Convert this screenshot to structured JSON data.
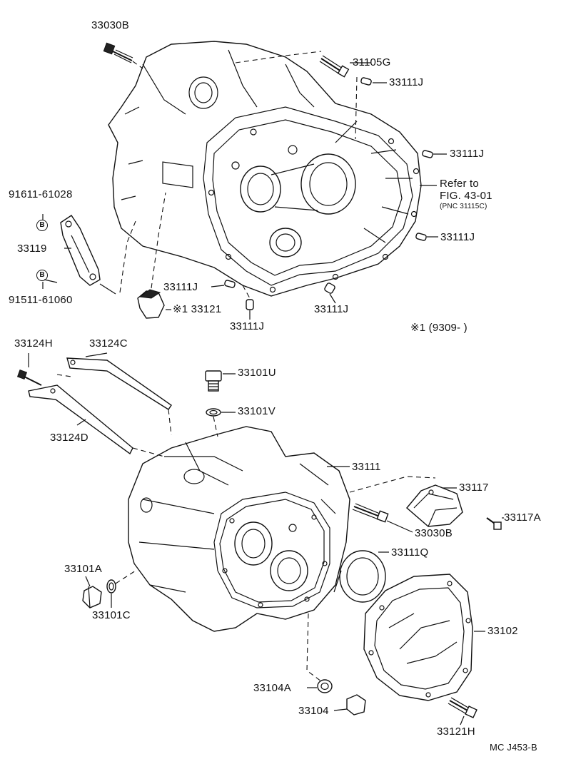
{
  "diagram": {
    "code": "MC J453-B",
    "reference": {
      "line1": "Refer to",
      "line2": "FIG. 43-01",
      "line3": "(PNC 31115C)"
    },
    "footnote": "※1 (9309-        )",
    "bolt_mark": "B",
    "parts": {
      "p33030B_top": "33030B",
      "p31105G": "31105G",
      "p33111J_a": "33111J",
      "p33111J_b": "33111J",
      "p33111J_c": "33111J",
      "p33111J_d": "33111J",
      "p33111J_e": "33111J",
      "p33111J_f": "33111J",
      "p91611": "91611-61028",
      "p33119": "33119",
      "p91511": "91511-61060",
      "p33121": "※1 33121",
      "p33124H": "33124H",
      "p33124C": "33124C",
      "p33124D": "33124D",
      "p33101U": "33101U",
      "p33101V": "33101V",
      "p33111": "33111",
      "p33117": "33117",
      "p33117A": "33117A",
      "p33030B_mid": "33030B",
      "p33111Q": "33111Q",
      "p33101A": "33101A",
      "p33101C": "33101C",
      "p33102": "33102",
      "p33104A": "33104A",
      "p33104": "33104",
      "p33121H": "33121H"
    }
  }
}
